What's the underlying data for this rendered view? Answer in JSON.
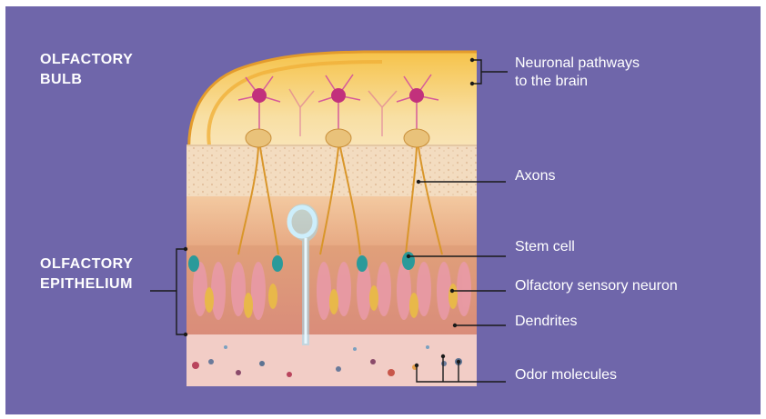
{
  "regions": {
    "bulb": {
      "line1": "OLFACTORY",
      "line2": "BULB"
    },
    "epithelium": {
      "line1": "OLFACTORY",
      "line2": "EPITHELIUM"
    }
  },
  "callouts": {
    "pathways_line1": "Neuronal pathways",
    "pathways_line2": "to the brain",
    "axons": "Axons",
    "stem_cell": "Stem cell",
    "sensory_neuron": "Olfactory sensory neuron",
    "dendrites": "Dendrites",
    "odor_molecules": "Odor molecules"
  },
  "colors": {
    "panel_background": "#6f66aa",
    "label_text": "#ffffff",
    "leader_line": "#1a1a1a",
    "stem_cell": "#2a9a9a",
    "neuron": "#e8b84a",
    "cell_pink": "#e89aa5"
  }
}
